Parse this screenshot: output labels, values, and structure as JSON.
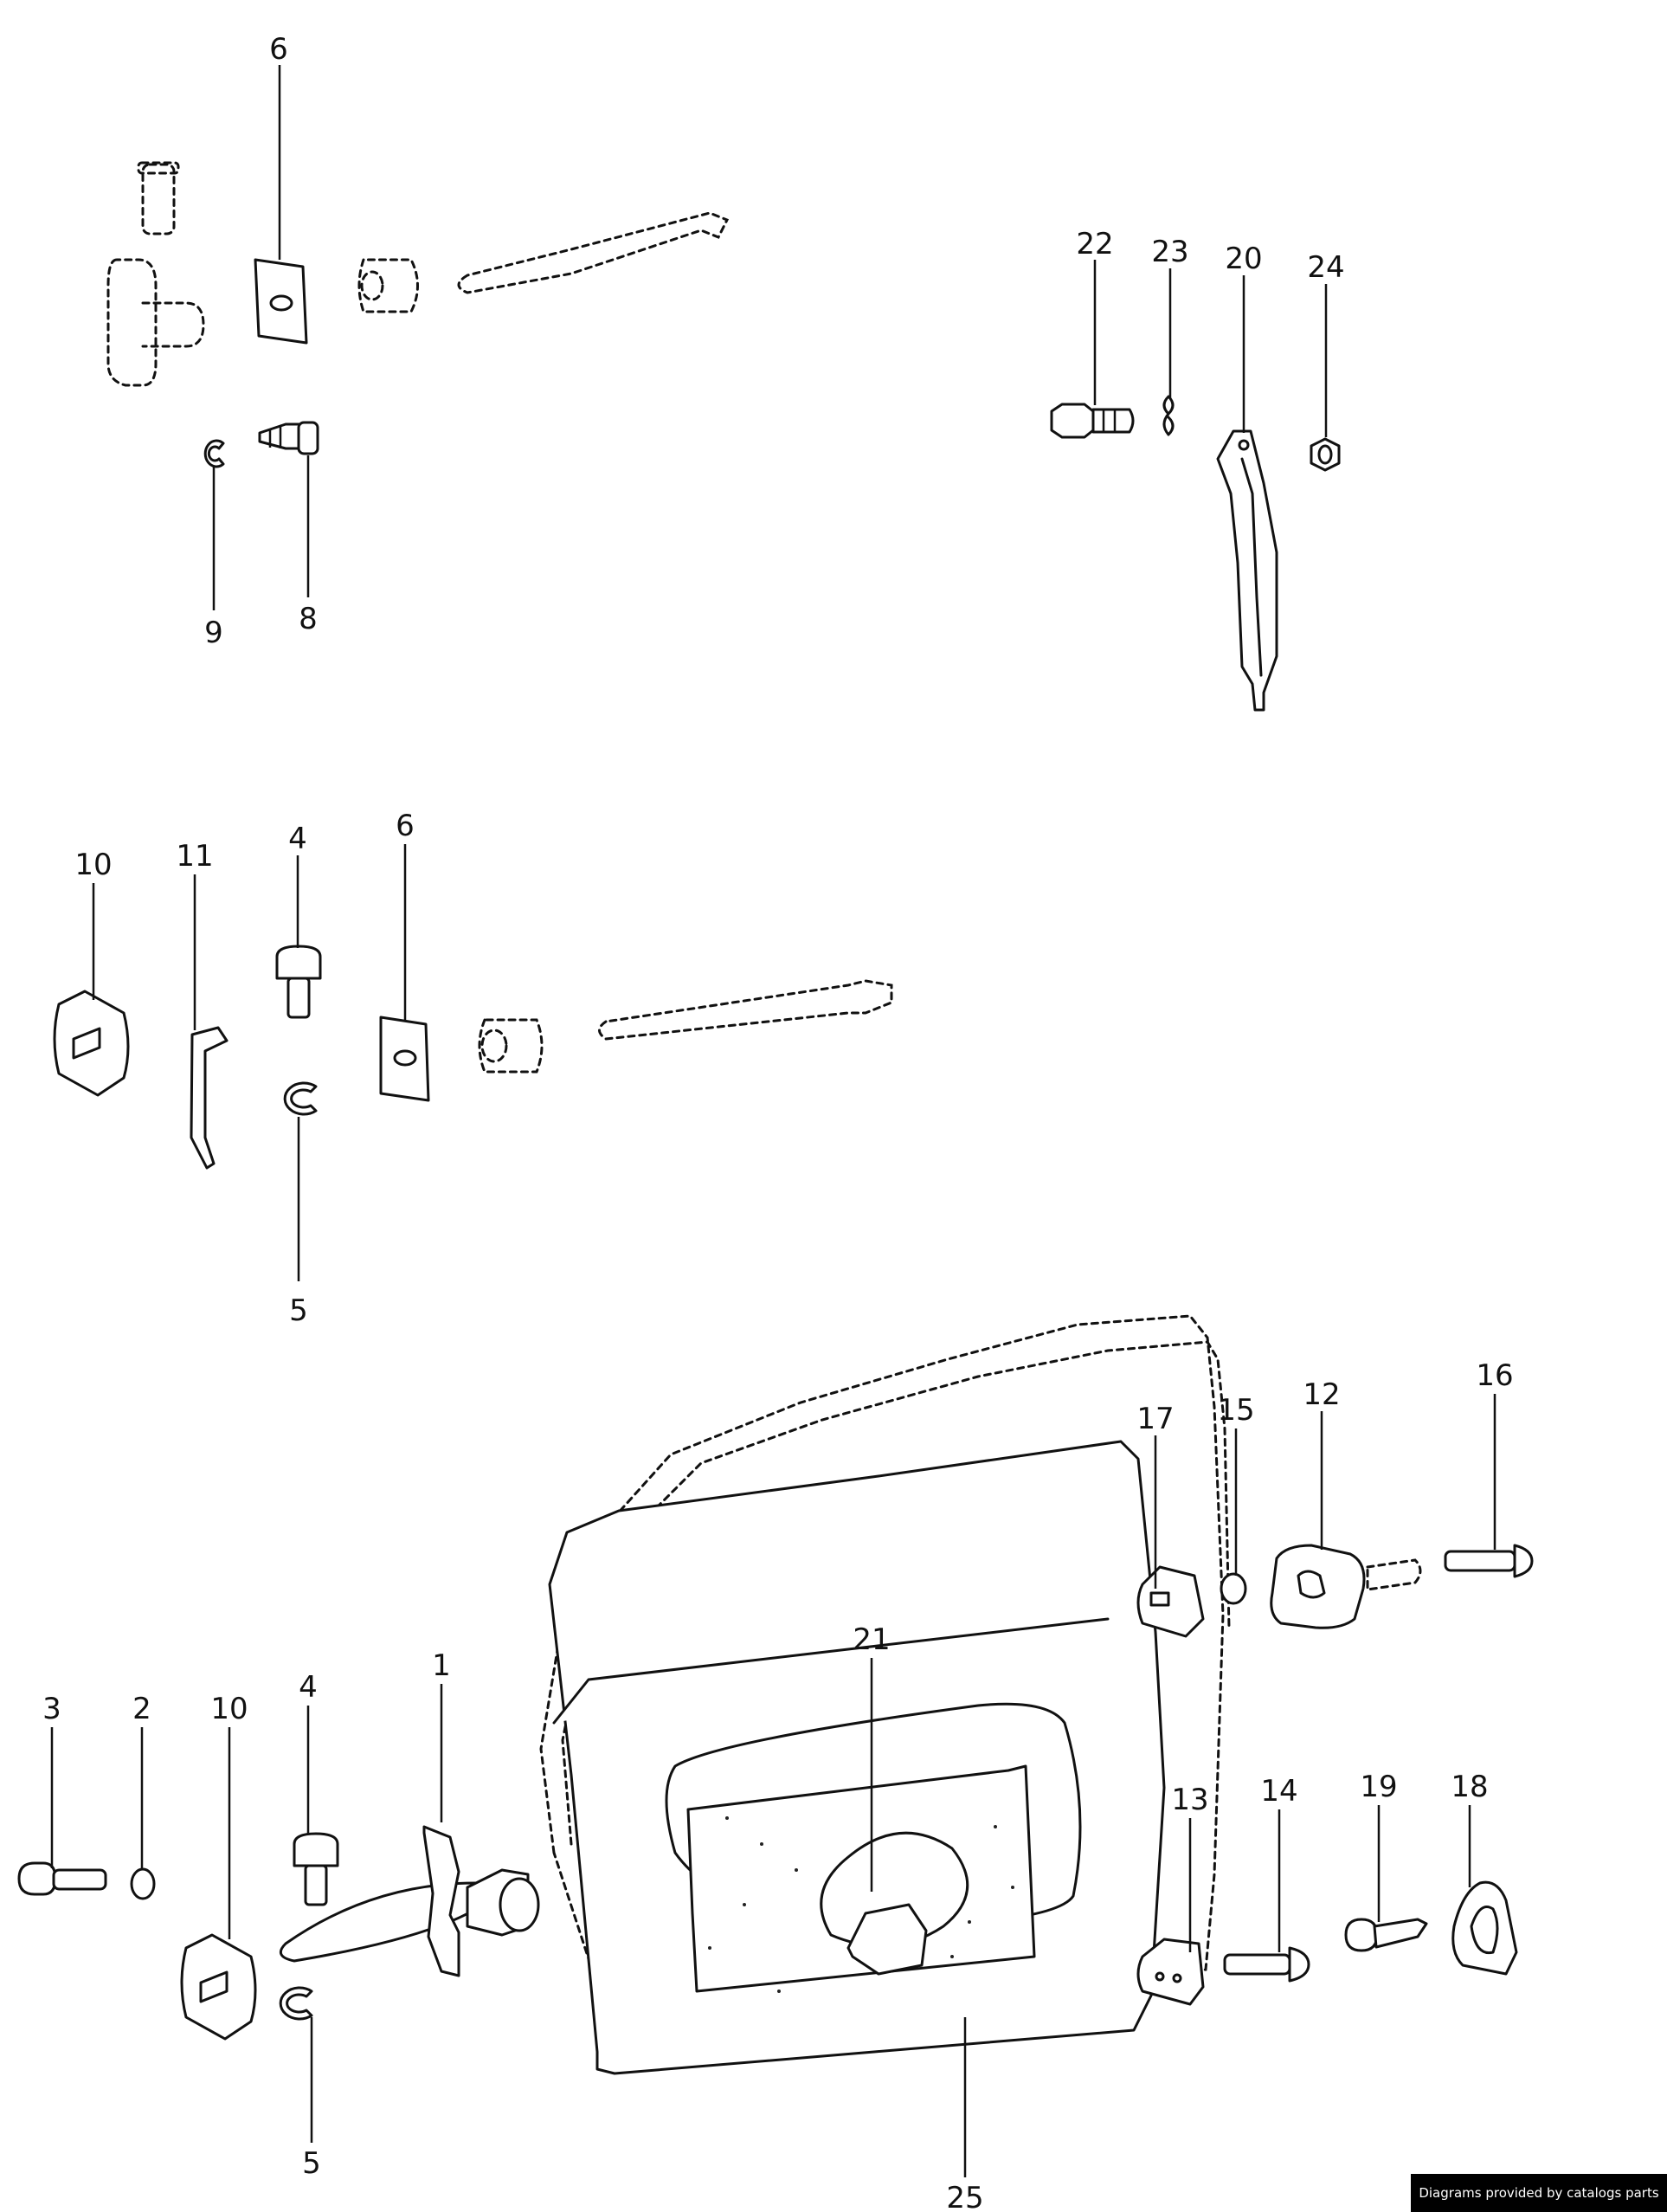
{
  "callouts": {
    "c6a": "6",
    "c22": "22",
    "c23": "23",
    "c20": "20",
    "c24": "24",
    "c9": "9",
    "c8": "8",
    "c10a": "10",
    "c11": "11",
    "c4a": "4",
    "c6b": "6",
    "c5a": "5",
    "c17": "17",
    "c15": "15",
    "c12": "12",
    "c16": "16",
    "c21": "21",
    "c3": "3",
    "c2": "2",
    "c10b": "10",
    "c4b": "4",
    "c1": "1",
    "c13": "13",
    "c14": "14",
    "c19": "19",
    "c18": "18",
    "c5b": "5",
    "c25": "25"
  },
  "footer": {
    "credit": "Diagrams provided by catalogs parts"
  },
  "colors": {
    "ink": "#111111",
    "paper": "#ffffff",
    "badge": "#000000"
  }
}
